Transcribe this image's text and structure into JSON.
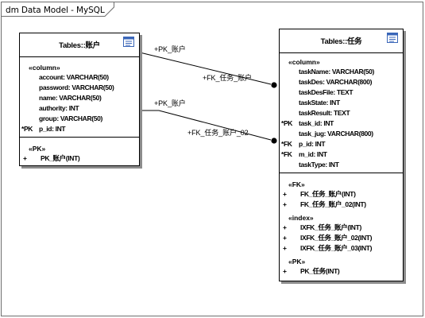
{
  "diagram": {
    "title": "dm Data Model - MySQL"
  },
  "tables": {
    "account": {
      "name": "Tables::账户",
      "columns_stereotype": "«column»",
      "columns": [
        {
          "prefix": "",
          "text": "account: VARCHAR(50)"
        },
        {
          "prefix": "",
          "text": "password: VARCHAR(50)"
        },
        {
          "prefix": "",
          "text": "name: VARCHAR(50)"
        },
        {
          "prefix": "",
          "text": "authority: INT"
        },
        {
          "prefix": "",
          "text": "group: VARCHAR(50)"
        },
        {
          "prefix": "*PK",
          "text": "p_id: INT"
        }
      ],
      "pk_stereotype": "«PK»",
      "pk_ops": [
        {
          "prefix": "+",
          "text": "PK_账户(INT)"
        }
      ]
    },
    "task": {
      "name": "Tables::任务",
      "columns_stereotype": "«column»",
      "columns": [
        {
          "prefix": "",
          "text": "taskName: VARCHAR(50)"
        },
        {
          "prefix": "",
          "text": "taskDes: VARCHAR(800)"
        },
        {
          "prefix": "",
          "text": "taskDesFile: TEXT"
        },
        {
          "prefix": "",
          "text": "taskState: INT"
        },
        {
          "prefix": "",
          "text": "taskResult: TEXT"
        },
        {
          "prefix": "*PK",
          "text": "task_id: INT"
        },
        {
          "prefix": "",
          "text": "task_jug: VARCHAR(800)"
        },
        {
          "prefix": "*FK",
          "text": "p_id: INT"
        },
        {
          "prefix": "*FK",
          "text": "m_id: INT"
        },
        {
          "prefix": "",
          "text": "taskType: INT"
        }
      ],
      "fk_stereotype": "«FK»",
      "fk_ops": [
        {
          "prefix": "+",
          "text": "FK_任务_账户(INT)"
        },
        {
          "prefix": "+",
          "text": "FK_任务_账户_02(INT)"
        }
      ],
      "index_stereotype": "«index»",
      "index_ops": [
        {
          "prefix": "+",
          "text": "IXFK_任务_账户(INT)"
        },
        {
          "prefix": "+",
          "text": "IXFK_任务_账户_02(INT)"
        },
        {
          "prefix": "+",
          "text": "IXFK_任务_账户_03(INT)"
        }
      ],
      "pk_stereotype": "«PK»",
      "pk_ops": [
        {
          "prefix": "+",
          "text": "PK_任务(INT)"
        }
      ]
    }
  },
  "connectors": [
    {
      "source_label": "+PK_账户",
      "target_label": "+FK_任务_账户"
    },
    {
      "source_label": "+PK_账户",
      "target_label": "+FK_任务_账户_02"
    }
  ],
  "colors": {
    "border": "#000000",
    "shadow": "#8c8c8c",
    "frame": "#6e6e6e",
    "icon_blue": "#3a66b8"
  }
}
